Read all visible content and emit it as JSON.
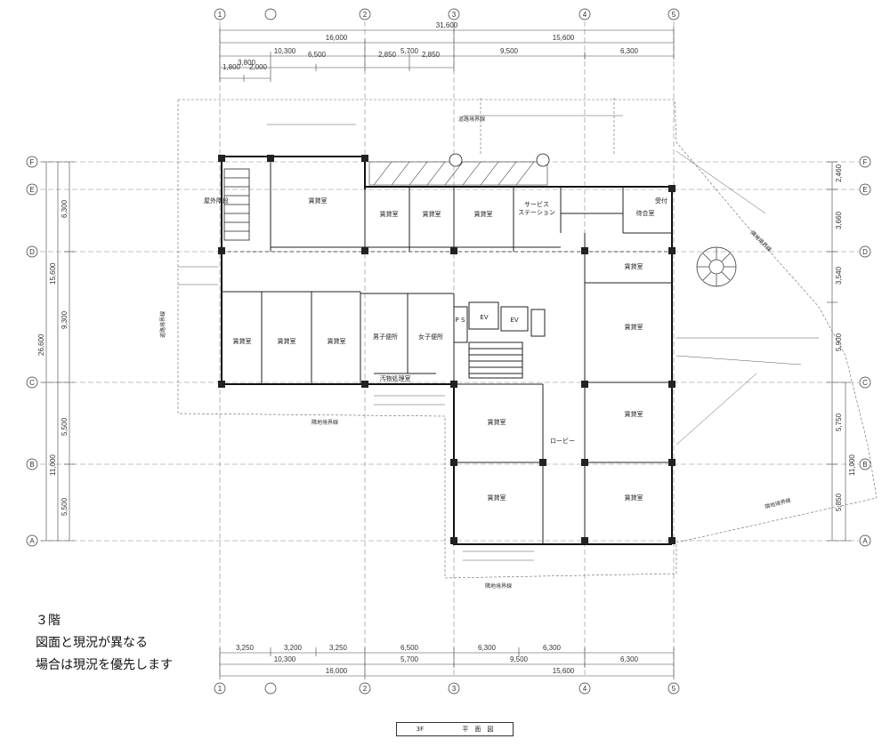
{
  "column_axes": [
    "1",
    "2",
    "3",
    "4",
    "5"
  ],
  "row_axes": [
    "F",
    "E",
    "D",
    "C",
    "B",
    "A"
  ],
  "dims_top": {
    "overall": "31,600",
    "split": [
      "16,000",
      "15,600"
    ],
    "row3": [
      "10,300",
      "5,700",
      "9,500",
      "6,300"
    ],
    "row4": [
      "3,800",
      "6,500",
      "2,850",
      "2,850"
    ],
    "row5": [
      "1,800",
      "2,000"
    ]
  },
  "dims_bottom": {
    "row1": [
      "3,250",
      "3,200",
      "3,250",
      "6,500",
      "6,300",
      "6,300"
    ],
    "row2": [
      "10,300",
      "5,700",
      "9,500",
      "6,300"
    ],
    "row3": [
      "16,000",
      "15,600"
    ]
  },
  "dims_left": {
    "overall": "26,600",
    "upper": "15,600",
    "lower": "11,000",
    "parts": [
      "6,300",
      "9,300",
      "5,500",
      "5,500"
    ]
  },
  "dims_right": {
    "parts": [
      "2,460",
      "3,660",
      "3,540",
      "5,900",
      "5,750",
      "5,850"
    ],
    "total": "11,000"
  },
  "rooms": {
    "top_left": "賃貸室",
    "top_mid1": "賃貸室",
    "top_mid2": "賃貸室",
    "top_mid3": "賃貸室",
    "service": "サービス",
    "service2": "ステーション",
    "wait": "待合室",
    "reception": "受付",
    "right_1": "賃貸室",
    "right_2": "賃貸室",
    "left_1": "賃貸室",
    "left_2": "賃貸室",
    "left_3": "賃貸室",
    "toilet_m": "男子便所",
    "toilet_f": "女子便所",
    "waste": "汚物処理室",
    "ev1": "EV",
    "ev2": "EV",
    "ps": "P S",
    "center_1": "賃貸室",
    "center_2": "賃貸室",
    "lobby": "ロービー",
    "right_3": "賃貸室",
    "right_4": "賃貸室",
    "stair_out": "屋外階段"
  },
  "boundary_labels": {
    "road": "道路境界線",
    "site_n": "道路境界線",
    "site_w": "道路境界線",
    "site_s": "隣地境界線",
    "site_s2": "隣地境界線",
    "site_e": "隣地境界線",
    "site_se": "隣地境界線"
  },
  "notes": {
    "floor": "３階",
    "line1": "図面と現況が異なる",
    "line2": "場合は現況を優先します"
  },
  "title_block": {
    "floor": "3F",
    "name": "平　面　図"
  }
}
